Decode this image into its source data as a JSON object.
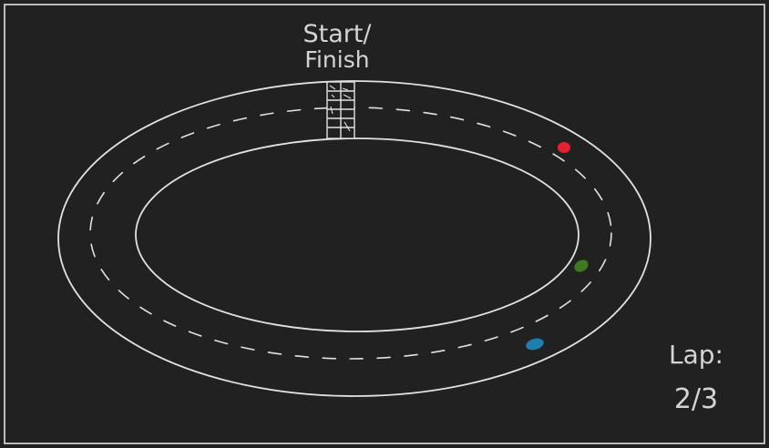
{
  "colors": {
    "background": "#212121",
    "chalk": "#e2e2e2",
    "car_red": "#e5202f",
    "car_green": "#3f7a1e",
    "car_blue": "#1d7eb0"
  },
  "labels": {
    "start_line1": "Start/",
    "start_line2": "Finish",
    "lap_title": "Lap:",
    "lap_value": "2/3"
  },
  "race": {
    "current_lap": 2,
    "total_laps": 3,
    "cars": [
      {
        "name": "red-car",
        "color": "#e5202f"
      },
      {
        "name": "green-car",
        "color": "#3f7a1e"
      },
      {
        "name": "blue-car",
        "color": "#1d7eb0"
      }
    ]
  }
}
